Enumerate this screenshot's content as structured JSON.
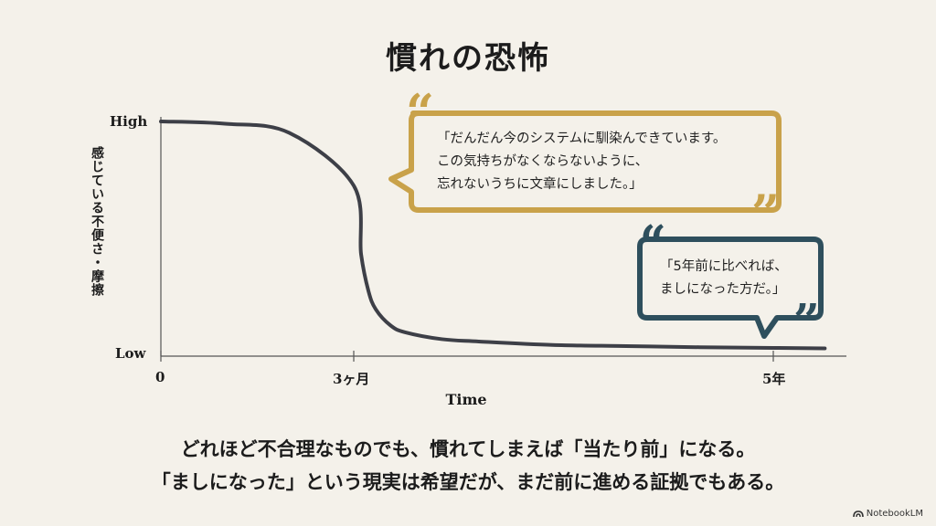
{
  "title": "慣れの恐怖",
  "chart_data": {
    "type": "line",
    "ylabel": "感じている不便さ・摩擦",
    "xlabel": "Time",
    "y_ticks": [
      "High",
      "Low"
    ],
    "x_ticks": [
      {
        "label": "0",
        "x": 0
      },
      {
        "label": "3ヶ月",
        "x": 3
      },
      {
        "label": "5年",
        "x": 60
      }
    ],
    "series": [
      {
        "x": [
          0,
          1,
          2,
          3,
          4,
          5,
          6,
          8,
          10,
          15,
          20,
          30,
          40,
          50,
          60,
          67
        ],
        "y": [
          1.0,
          0.99,
          0.95,
          0.72,
          0.42,
          0.26,
          0.18,
          0.11,
          0.08,
          0.05,
          0.04,
          0.025,
          0.02,
          0.015,
          0.012,
          0.01
        ]
      }
    ]
  },
  "quotes": {
    "gold": {
      "lines": [
        "「だんだん今のシステムに馴染んできています。",
        "この気持ちがなくならないように、",
        "忘れないうちに文章にしました。」"
      ],
      "color": "#c9a24a"
    },
    "teal": {
      "lines": [
        "「5年前に比べれば、",
        "ましになった方だ。」"
      ],
      "color": "#2e4f5d"
    }
  },
  "caption": {
    "line1": "どれほど不合理なものでも、慣れてしまえば「当たり前」になる。",
    "line2": "「ましになった」という現実は希望だが、まだ前に進める証拠でもある。"
  },
  "brand": "NotebookLM"
}
